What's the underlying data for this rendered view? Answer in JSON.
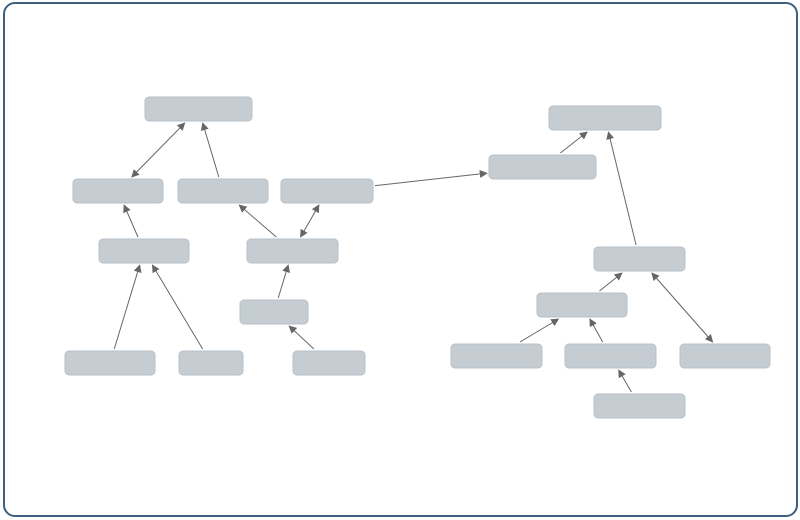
{
  "diagram": {
    "frame_color": "#3f5f7f",
    "node_color": "#c5cdd3",
    "edge_color": "#666666",
    "nodes": [
      {
        "id": "n1",
        "label": ""
      },
      {
        "id": "n2",
        "label": ""
      },
      {
        "id": "n3",
        "label": ""
      },
      {
        "id": "n4",
        "label": ""
      },
      {
        "id": "n5",
        "label": ""
      },
      {
        "id": "n6",
        "label": ""
      },
      {
        "id": "n7",
        "label": ""
      },
      {
        "id": "n8",
        "label": ""
      },
      {
        "id": "n9",
        "label": ""
      },
      {
        "id": "n10",
        "label": ""
      },
      {
        "id": "n11",
        "label": ""
      },
      {
        "id": "n12",
        "label": ""
      },
      {
        "id": "n13",
        "label": ""
      },
      {
        "id": "n14",
        "label": ""
      },
      {
        "id": "n15",
        "label": ""
      },
      {
        "id": "n16",
        "label": ""
      },
      {
        "id": "n17",
        "label": ""
      },
      {
        "id": "n18",
        "label": ""
      },
      {
        "id": "n19",
        "label": ""
      }
    ],
    "edges": [
      {
        "from": "n2",
        "to": "n1",
        "bidirectional": true
      },
      {
        "from": "n3",
        "to": "n1",
        "bidirectional": false
      },
      {
        "from": "n5",
        "to": "n2",
        "bidirectional": false
      },
      {
        "from": "n6",
        "to": "n3",
        "bidirectional": false
      },
      {
        "from": "n6",
        "to": "n4",
        "bidirectional": true
      },
      {
        "from": "n4",
        "to": "n12",
        "bidirectional": false
      },
      {
        "from": "n8",
        "to": "n5",
        "bidirectional": false
      },
      {
        "from": "n9",
        "to": "n5",
        "bidirectional": false
      },
      {
        "from": "n7",
        "to": "n6",
        "bidirectional": false
      },
      {
        "from": "n10",
        "to": "n7",
        "bidirectional": false
      },
      {
        "from": "n12",
        "to": "n11",
        "bidirectional": false
      },
      {
        "from": "n13",
        "to": "n11",
        "bidirectional": false
      },
      {
        "from": "n14",
        "to": "n13",
        "bidirectional": false
      },
      {
        "from": "n13",
        "to": "n17",
        "bidirectional": true
      },
      {
        "from": "n15",
        "to": "n14",
        "bidirectional": false
      },
      {
        "from": "n16",
        "to": "n14",
        "bidirectional": false
      },
      {
        "from": "n18",
        "to": "n16",
        "bidirectional": false
      }
    ]
  }
}
